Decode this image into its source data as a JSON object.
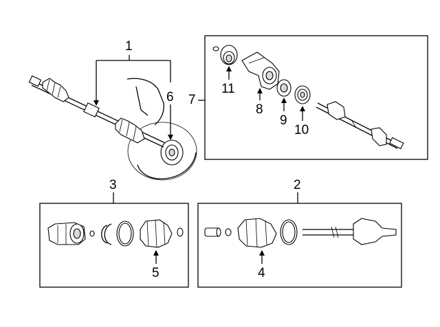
{
  "callouts": {
    "c1": "1",
    "c2": "2",
    "c3": "3",
    "c4": "4",
    "c5": "5",
    "c6": "6",
    "c7": "7",
    "c8": "8",
    "c9": "9",
    "c10": "10",
    "c11": "11"
  },
  "colors": {
    "line": "#000000",
    "background": "#ffffff",
    "part_fill": "#ffffff",
    "shade": "#d9d9d9"
  }
}
